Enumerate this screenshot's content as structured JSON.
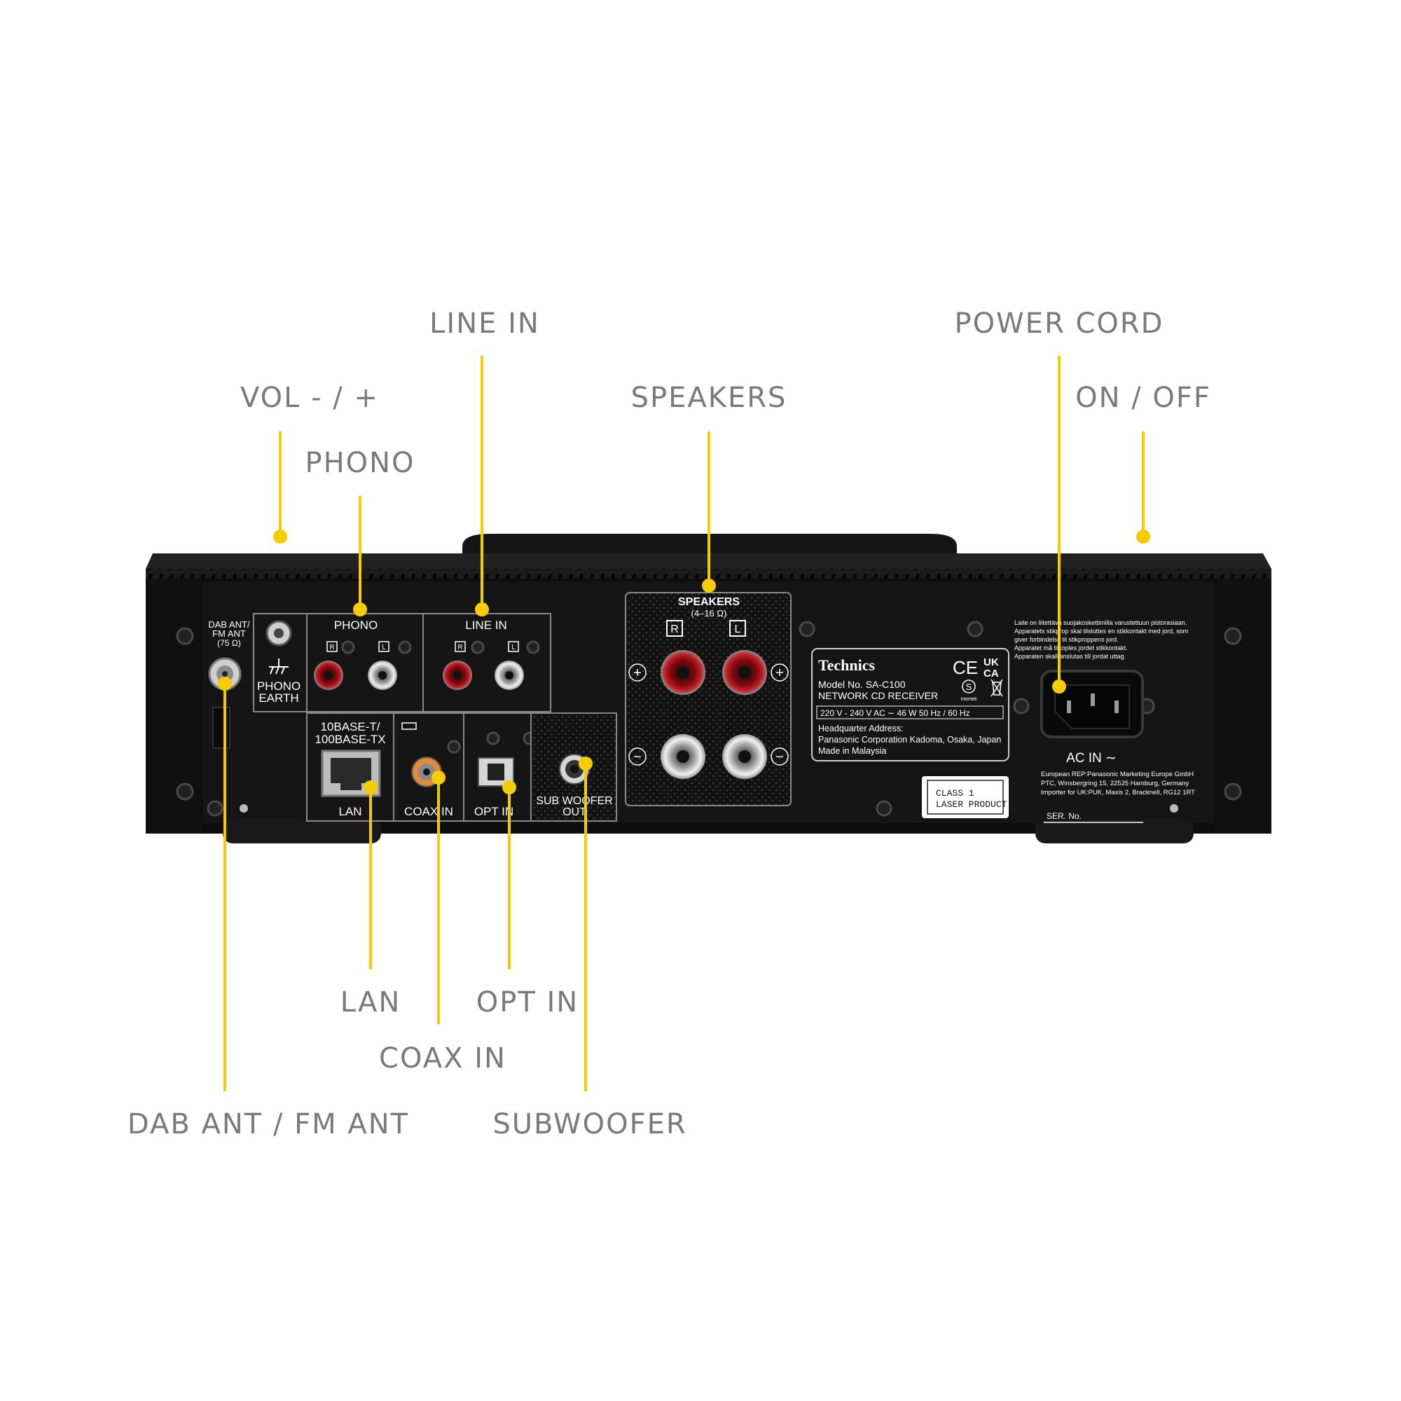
{
  "callouts": {
    "vol": "VOL - / +",
    "phono": "PHONO",
    "line_in": "LINE IN",
    "speakers": "SPEAKERS",
    "power_cord": "POWER CORD",
    "on_off": "ON / OFF",
    "lan": "LAN",
    "opt_in": "OPT IN",
    "coax_in": "COAX IN",
    "dab_fm": "DAB ANT / FM ANT",
    "subwoofer": "SUBWOOFER"
  },
  "panel": {
    "dab_1": "DAB ANT/",
    "dab_2": "FM ANT",
    "dab_3": "(75 Ω)",
    "phono_earth_1": "PHONO",
    "phono_earth_2": "EARTH",
    "phono": "PHONO",
    "line_in": "LINE IN",
    "r": "R",
    "l": "L",
    "lan_top_1": "10BASE-T/",
    "lan_top_2": "100BASE-TX",
    "lan": "LAN",
    "coax_in": "COAX IN",
    "opt_in": "OPT IN",
    "sub_1": "SUB WOOFER",
    "sub_2": "OUT",
    "speakers": "SPEAKERS",
    "speakers_ohm": "(4–16 Ω)",
    "plus": "+",
    "minus": "−",
    "brand": "Technics",
    "model_1": "Model No.  SA-C100",
    "model_2": "NETWORK CD RECEIVER",
    "rating": "220 V - 240 V  AC  ∼  46 W   50 Hz / 60 Hz",
    "hq_1": "Headquarter Address:",
    "hq_2": "Panasonic Corporation     Kadoma, Osaka, Japan",
    "hq_3": "Made in Malaysia",
    "ce": "CE",
    "ukca_1": "UK",
    "ukca_2": "CA",
    "s_mark": "S",
    "intertek": "Intertek",
    "nordic_1": "Laite on liitettävä suojakoskettimilla varustettuun pistorasiaan.",
    "nordic_2": "Apparatets stikprop skal tilsluttes en stikkontakt med jord, som",
    "nordic_3": "giver forbindelse til stikproppens jord.",
    "nordic_4": "Apparatet må tilkoples jordet stikkontakt.",
    "nordic_5": "Apparaten skall anslutas till jordat uttag.",
    "ac_in": "AC IN ∼",
    "eu_1": "European REP:Panasonic Marketing Europe GmbH",
    "eu_2": "PTC, Winsbergring 15, 22525 Hamburg, Germany",
    "eu_3": "Importer for UK:PUK, Maxis 2, Bracknell, RG12 1RT",
    "ser": "SER. No.",
    "laser_1": "CLASS  1",
    "laser_2": "LASER  PRODUCT"
  },
  "colors": {
    "accent": "#f5cc00",
    "label_gray": "#7a7a7a",
    "chassis": "#0d0d0d",
    "panel": "#151515"
  }
}
